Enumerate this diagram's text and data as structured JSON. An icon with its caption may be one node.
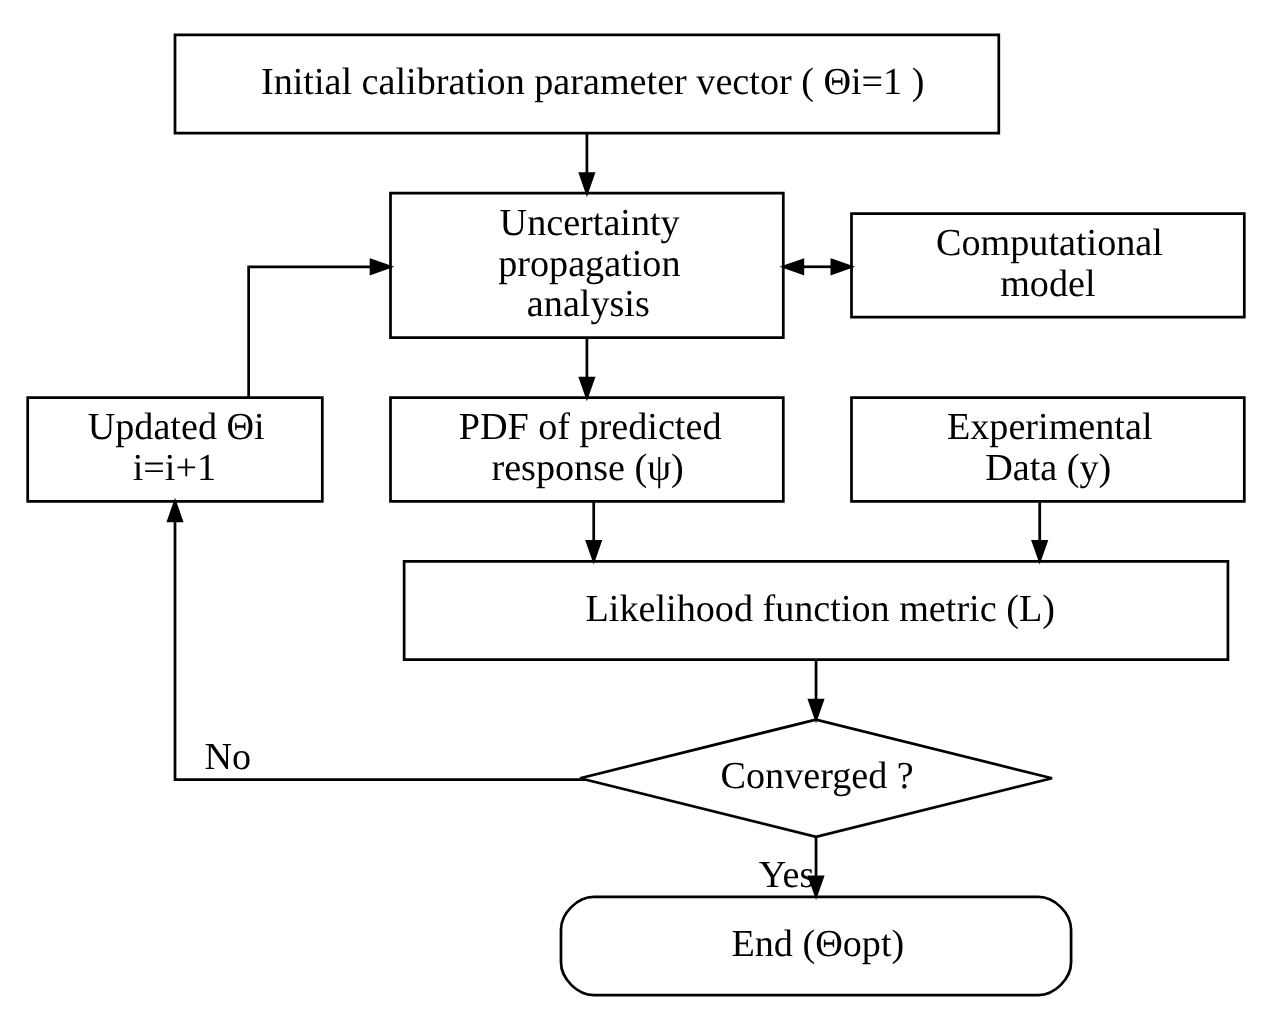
{
  "diagram": {
    "nodes": [
      {
        "text": [
          "Initial calibration parameter vector ( Θi=1 )"
        ]
      },
      {
        "text": [
          "Uncertainty propagation analysis"
        ]
      },
      {
        "text": [
          "Computational model"
        ]
      },
      {
        "text": [
          "Updated Θi",
          "i=i+1"
        ]
      },
      {
        "text": [
          "PDF of predicted response (ψ)"
        ]
      },
      {
        "text": [
          "Experimental Data (y)"
        ]
      },
      {
        "text": [
          "Likelihood function metric (L)"
        ]
      },
      {
        "text": [
          "Converged ?"
        ]
      },
      {
        "text": [
          "End (Θopt)"
        ]
      }
    ],
    "edges": [
      {
        "from": 0,
        "to": 1,
        "arrow": "to"
      },
      {
        "from": 1,
        "to": 2,
        "arrow": "both"
      },
      {
        "from": 1,
        "to": 4,
        "arrow": "to"
      },
      {
        "from": 4,
        "to": 6,
        "arrow": "to"
      },
      {
        "from": 5,
        "to": 6,
        "arrow": "to"
      },
      {
        "from": 6,
        "to": 7,
        "arrow": "to"
      },
      {
        "from": 7,
        "to": 3,
        "arrow": "to",
        "label": "No"
      },
      {
        "from": 3,
        "to": 1,
        "arrow": "to"
      },
      {
        "from": 7,
        "to": 8,
        "arrow": "to",
        "label": "Yes"
      }
    ]
  }
}
